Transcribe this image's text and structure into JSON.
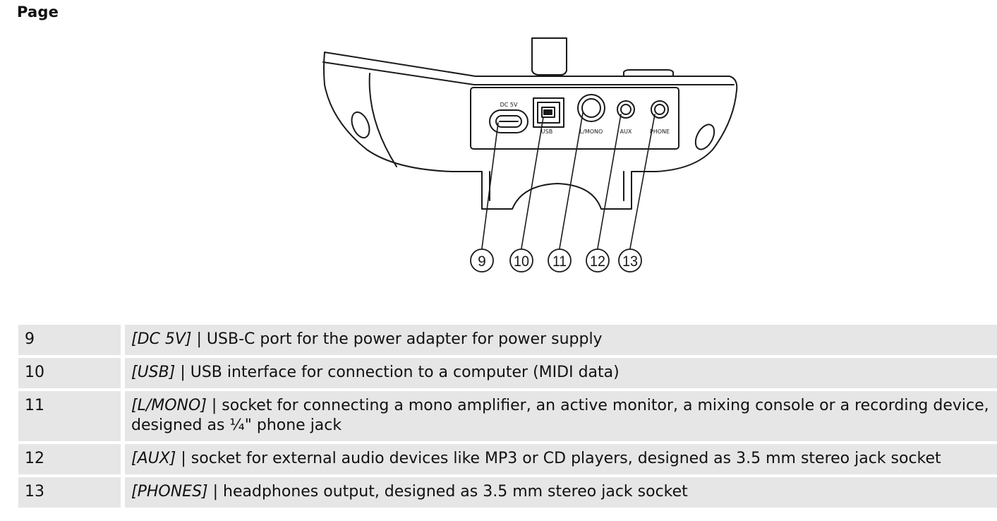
{
  "page": {
    "heading": "Page"
  },
  "diagram": {
    "port_labels": {
      "dc": "DC  5V",
      "usb": "USB",
      "lmono": "L/MONO",
      "aux": "AUX",
      "phone": "PHONE"
    },
    "callouts": [
      "9",
      "10",
      "11",
      "12",
      "13"
    ]
  },
  "table": {
    "rows": [
      {
        "num": "9",
        "label": "[DC 5V]",
        "text": " | USB-C port for the power adapter for power supply"
      },
      {
        "num": "10",
        "label": "[USB]",
        "text": " | USB interface for connection to a computer (MIDI data)"
      },
      {
        "num": "11",
        "label": "[L/MONO]",
        "text": " | socket for connecting a mono amplifier, an active monitor, a mixing console or a recording device, designed as ¼\" phone jack"
      },
      {
        "num": "12",
        "label": "[AUX]",
        "text": " | socket for external audio devices like MP3 or CD players, designed as 3.5 mm stereo jack socket"
      },
      {
        "num": "13",
        "label": "[PHONES]",
        "text": " | headphones output, designed as 3.5 mm stereo jack socket"
      }
    ]
  }
}
